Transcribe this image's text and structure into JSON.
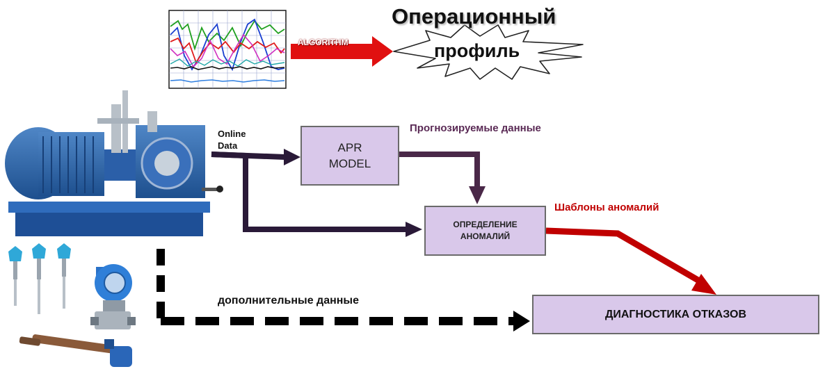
{
  "top": {
    "algorithm_label": "ALGORITHM",
    "profile_title": "Операционный",
    "profile_subtitle": "профиль"
  },
  "flow": {
    "online_line1": "Online",
    "online_line2": "Data",
    "predicted_label": "Прогнозируемые данные",
    "anomaly_templates_label": "Шаблоны аномалий",
    "additional_data_label": "дополнительные данные"
  },
  "boxes": {
    "apr_line1": "APR",
    "apr_line2": "MODEL",
    "anomaly_line1": "ОПРЕДЕЛЕНИЕ",
    "anomaly_line2": "АНОМАЛИЙ",
    "diagnostics": "ДИАГНОСТИКА ОТКАЗОВ"
  },
  "colors": {
    "dark_flow": "#2a1a38",
    "predicted_flow": "#4a2848",
    "red": "#c00000",
    "box_fill": "#d9c8ea",
    "predicted_text": "#5a2a55",
    "templates_text": "#c00000"
  },
  "icons": [
    "pump-unit-icon",
    "temperature-sensor-icon",
    "pressure-transmitter-icon",
    "probe-sensor-icon",
    "trend-chart-thumbnail"
  ]
}
